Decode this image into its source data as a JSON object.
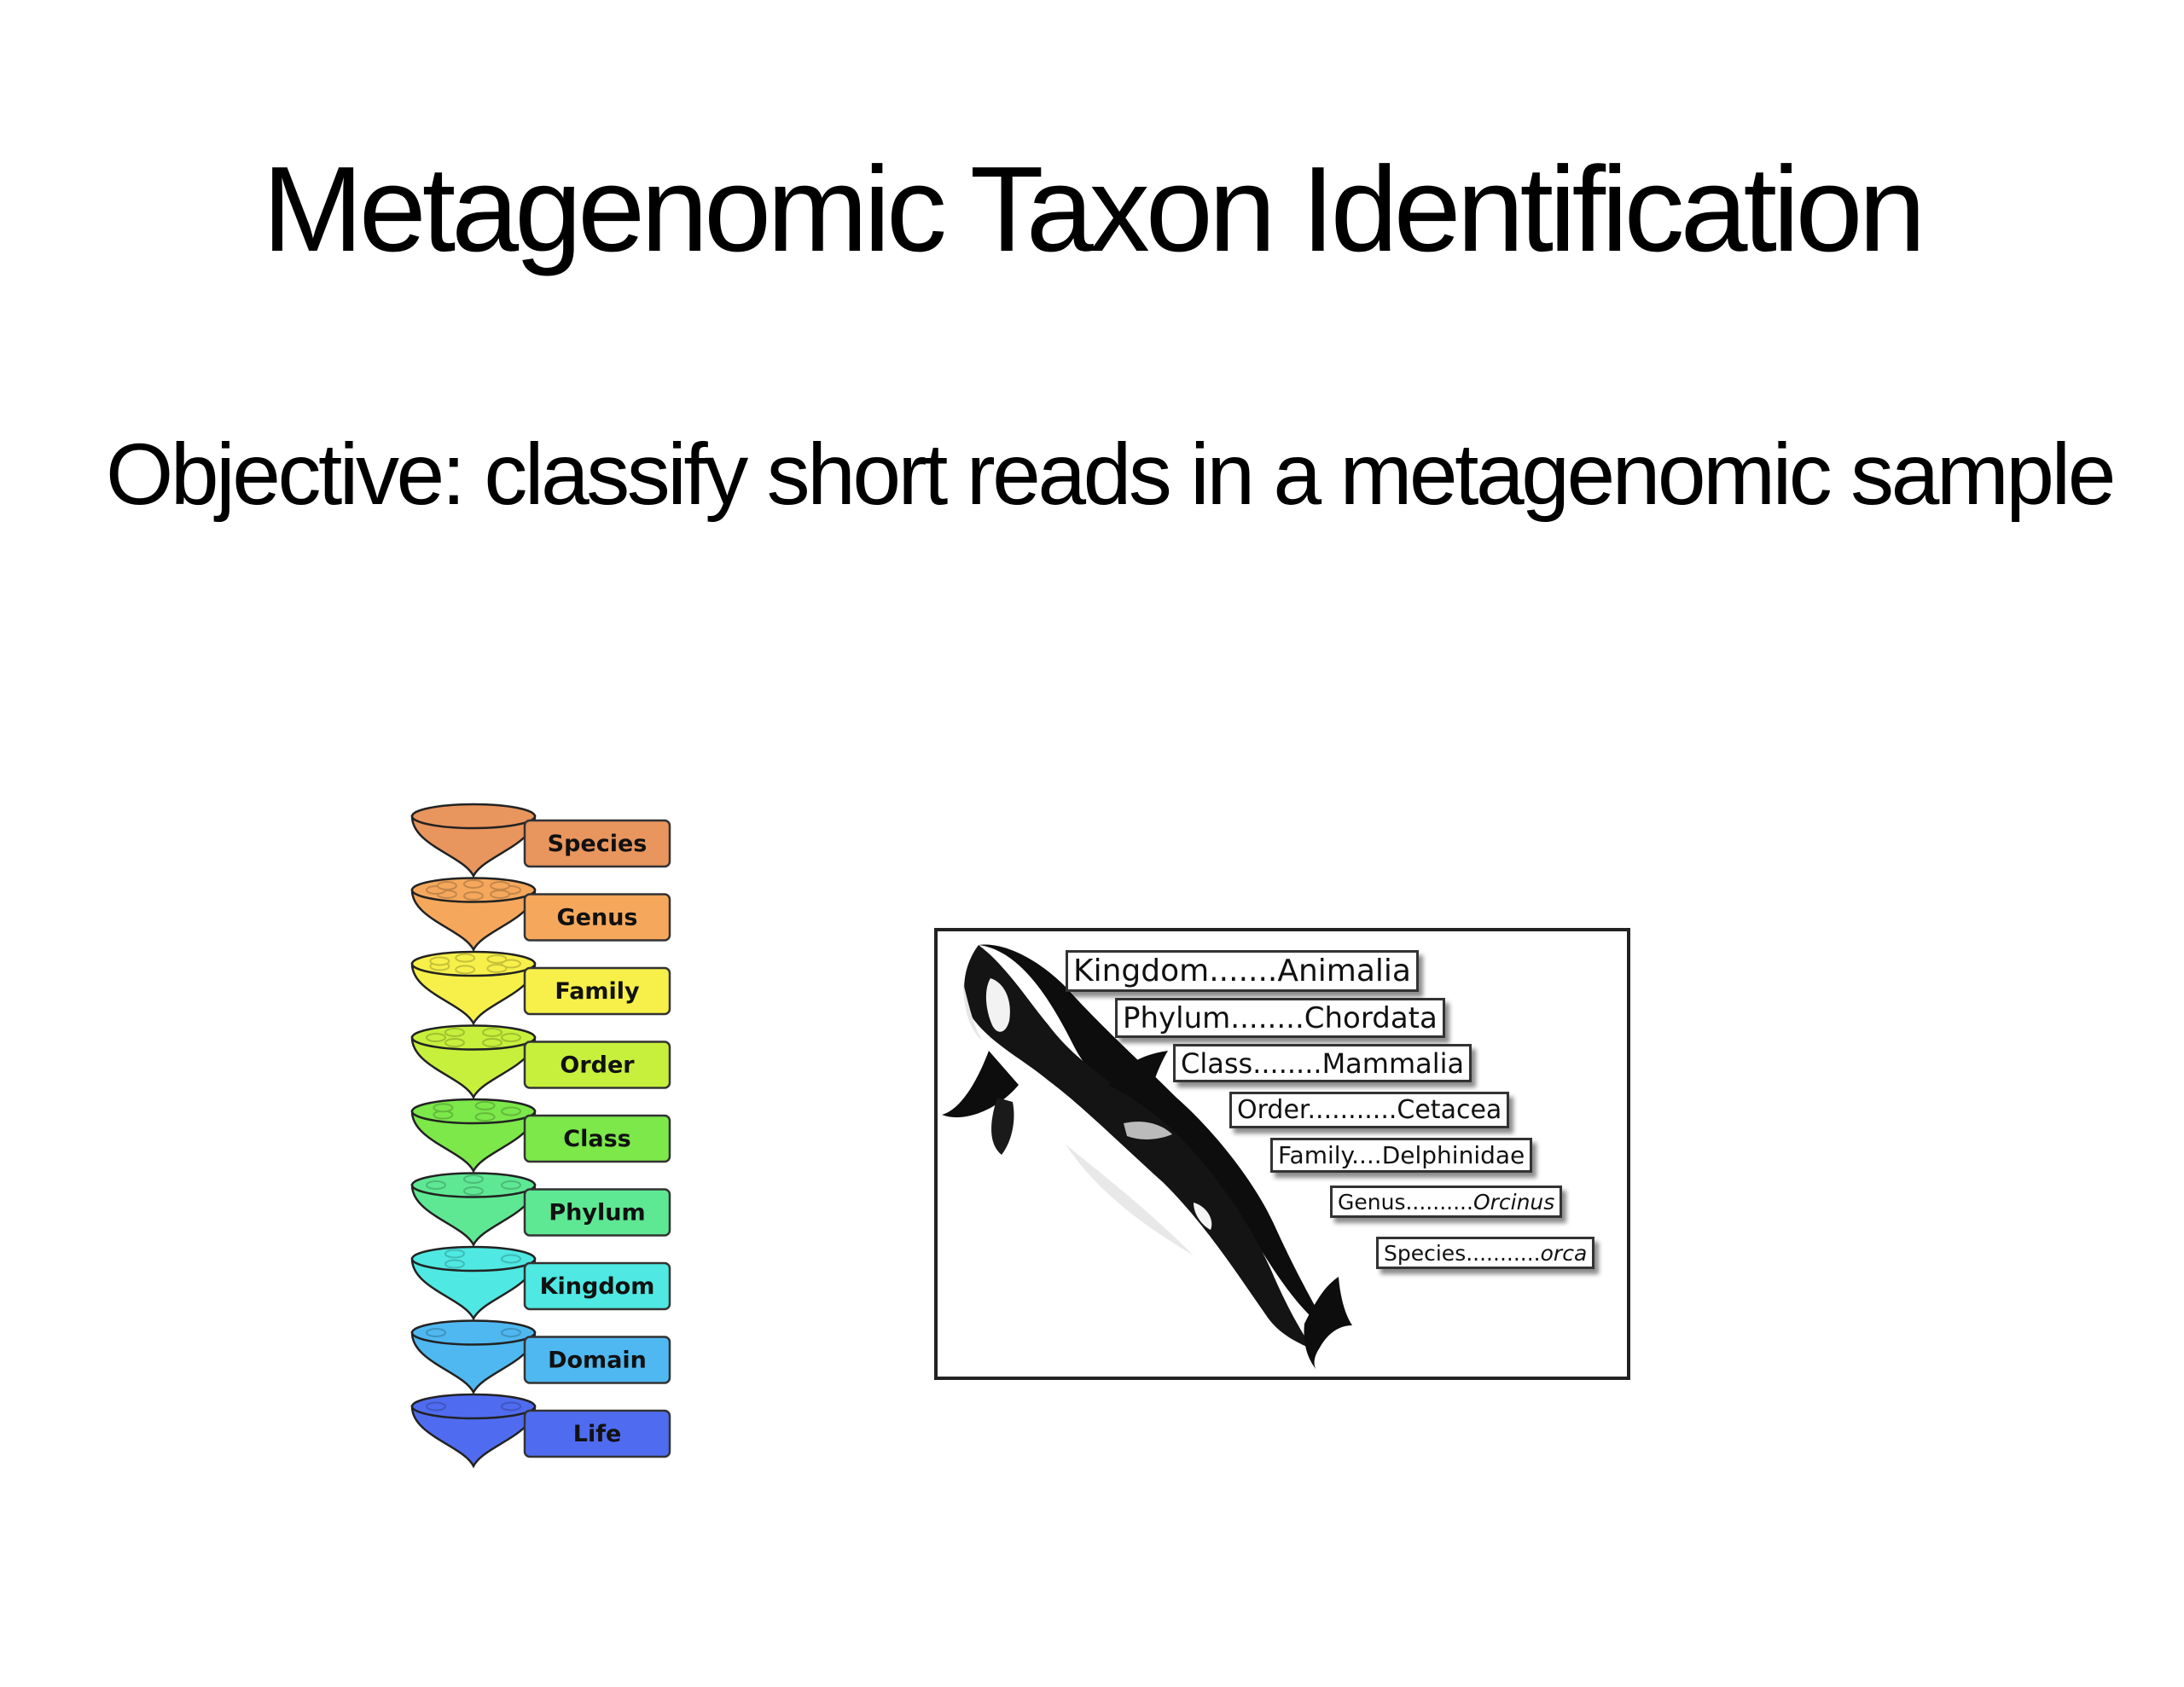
{
  "slide": {
    "title": "Metagenomic Taxon Identification",
    "objective": "Objective: classify short reads in a metagenomic sample"
  },
  "hierarchy_figure": {
    "levels": [
      {
        "label": "Species",
        "color": "#e8955e"
      },
      {
        "label": "Genus",
        "color": "#f5a85c"
      },
      {
        "label": "Family",
        "color": "#f7f04a"
      },
      {
        "label": "Order",
        "color": "#c7f03c"
      },
      {
        "label": "Class",
        "color": "#7ce84a"
      },
      {
        "label": "Phylum",
        "color": "#5fe894"
      },
      {
        "label": "Kingdom",
        "color": "#4fe8e2"
      },
      {
        "label": "Domain",
        "color": "#4fb8f0"
      },
      {
        "label": "Life",
        "color": "#4f6cf0"
      }
    ]
  },
  "orca_figure": {
    "ranks": [
      {
        "rank": "Kingdom",
        "dots": ".......",
        "taxon": "Animalia",
        "italic": false
      },
      {
        "rank": "Phylum",
        "dots": "........",
        "taxon": "Chordata",
        "italic": false
      },
      {
        "rank": "Class",
        "dots": "........",
        "taxon": "Mammalia",
        "italic": false
      },
      {
        "rank": "Order",
        "dots": "...........",
        "taxon": "Cetacea",
        "italic": false
      },
      {
        "rank": "Family",
        "dots": "....",
        "taxon": "Delphinidae",
        "italic": false
      },
      {
        "rank": "Genus",
        "dots": "..........",
        "taxon": "Orcinus",
        "italic": true
      },
      {
        "rank": "Species",
        "dots": "...........",
        "taxon": "orca",
        "italic": true
      }
    ]
  }
}
